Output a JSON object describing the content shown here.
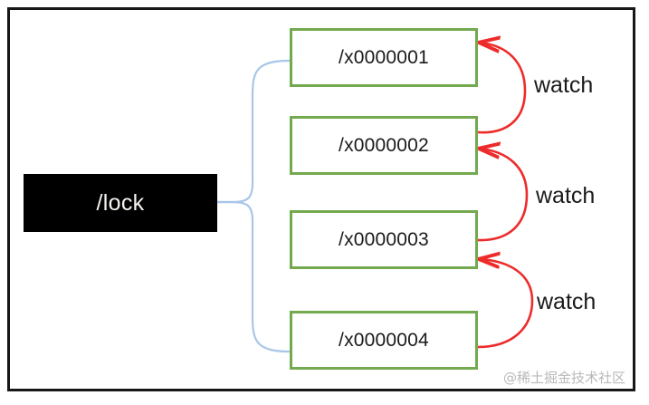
{
  "diagram": {
    "title": "zookeeper-lock-watch-chain",
    "background_color": "#ffffff",
    "frame_color": "#17171a"
  },
  "root": {
    "label": "/lock",
    "fill_color": "#000000",
    "text_color": "#f6f3ef"
  },
  "children": [
    {
      "label": "/x0000001",
      "border_color": "#73a94f"
    },
    {
      "label": "/x0000002",
      "border_color": "#73a94f"
    },
    {
      "label": "/x0000003",
      "border_color": "#73a94f"
    },
    {
      "label": "/x0000004",
      "border_color": "#73a94f"
    }
  ],
  "connector": {
    "type": "curly-brace",
    "color": "#a8c6e8"
  },
  "watch_arrows": [
    {
      "label": "watch",
      "from": "/x0000002",
      "to": "/x0000001",
      "color": "#ee2b2b"
    },
    {
      "label": "watch",
      "from": "/x0000003",
      "to": "/x0000002",
      "color": "#ee2b2b"
    },
    {
      "label": "watch",
      "from": "/x0000004",
      "to": "/x0000003",
      "color": "#ee2b2b"
    }
  ],
  "watermark": {
    "text": "@稀土掘金技术社区",
    "color": "#b9b9b9"
  }
}
